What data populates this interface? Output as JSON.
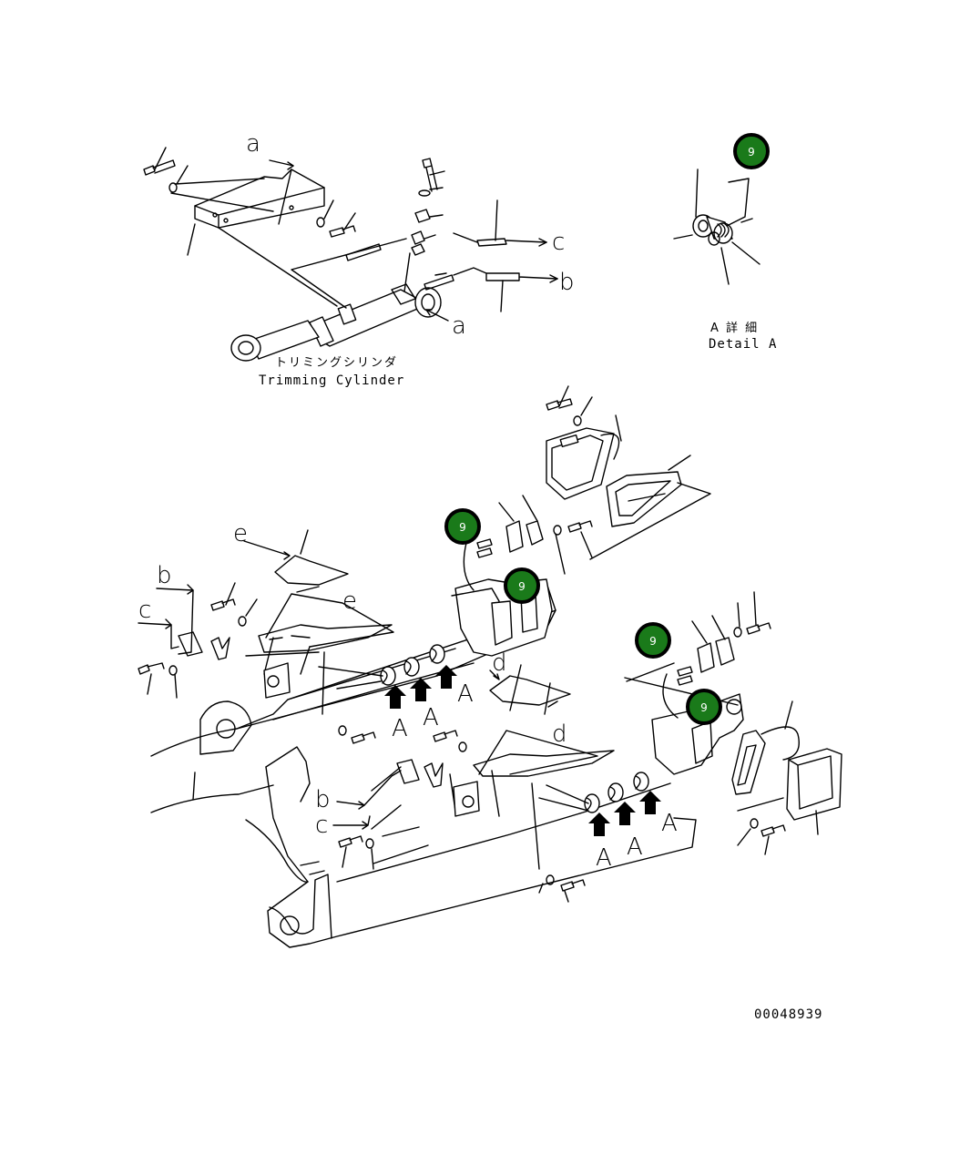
{
  "labels": {
    "a": "a",
    "b": "b",
    "c": "c",
    "d": "d",
    "e": "e",
    "A": "A"
  },
  "captions": {
    "trim_jp": "トリミングシリンダ",
    "trim_en": "Trimming Cylinder",
    "detail_jp": "A 詳 細",
    "detail_en": "Detail A"
  },
  "drawing_number": "00048939",
  "badge_number": "9",
  "colors": {
    "badge_fill": "#1a7a1a",
    "badge_stroke": "#000000",
    "line": "#000000"
  }
}
